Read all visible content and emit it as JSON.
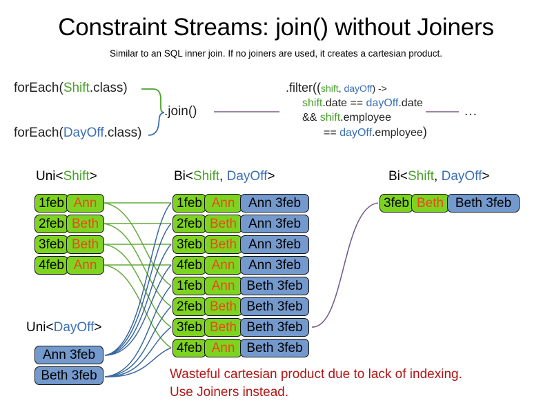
{
  "slide": {
    "title": "Constraint Streams: join() without Joiners",
    "subtitle": "Similar to an SQL inner join. If no joiners are used, it creates a cartesian product."
  },
  "colors": {
    "shift": "#4aa02c",
    "dayoff": "#3a6fb5",
    "green_cell": "#7ed321",
    "blue_cell": "#7399cd",
    "name_text": "#e8481c",
    "warning": "#b01515",
    "purple_wire": "#7a5a8e"
  },
  "code": {
    "foreach_shift": {
      "prefix": "forEach(",
      "type": "Shift",
      "suffix": ".class)"
    },
    "foreach_dayoff": {
      "prefix": "forEach(",
      "type": "DayOff",
      "suffix": ".class)"
    },
    "join_label": ".join()",
    "ellipsis": "…",
    "filter": {
      "line1_a": ".filter((",
      "line1_shift": "shift",
      "line1_comma": ", ",
      "line1_dayoff": "dayOff",
      "line1_b": ") ->",
      "line2_shift": "shift",
      "line2_a": ".date == ",
      "line2_dayoff": "dayOff",
      "line2_b": ".date",
      "line3_a": "&& ",
      "line3_shift": "shift",
      "line3_b": ".employee",
      "line4_a": "== ",
      "line4_dayoff": "dayOff",
      "line4_b": ".employee",
      "line4_close": ")"
    }
  },
  "streams": {
    "uni_shift": {
      "header": {
        "pre": "Uni<",
        "type": "Shift",
        "post": ">"
      },
      "rows": [
        {
          "date": "1feb",
          "name": "Ann"
        },
        {
          "date": "2feb",
          "name": "Beth"
        },
        {
          "date": "3feb",
          "name": "Beth"
        },
        {
          "date": "4feb",
          "name": "Ann"
        }
      ]
    },
    "uni_dayoff": {
      "header": {
        "pre": "Uni<",
        "type": "DayOff",
        "post": ">"
      },
      "rows": [
        {
          "label": "Ann 3feb"
        },
        {
          "label": "Beth 3feb"
        }
      ]
    },
    "bi_cartesian": {
      "header": {
        "pre": "Bi<",
        "type_a": "Shift",
        "sep": ", ",
        "type_b": "DayOff",
        "post": ">"
      },
      "rows": [
        {
          "date": "1feb",
          "name": "Ann",
          "dayoff": "Ann 3feb"
        },
        {
          "date": "2feb",
          "name": "Beth",
          "dayoff": "Ann 3feb"
        },
        {
          "date": "3feb",
          "name": "Beth",
          "dayoff": "Ann 3feb"
        },
        {
          "date": "4feb",
          "name": "Ann",
          "dayoff": "Ann 3feb"
        },
        {
          "date": "1feb",
          "name": "Ann",
          "dayoff": "Beth 3feb"
        },
        {
          "date": "2feb",
          "name": "Beth",
          "dayoff": "Beth 3feb"
        },
        {
          "date": "3feb",
          "name": "Beth",
          "dayoff": "Beth 3feb"
        },
        {
          "date": "4feb",
          "name": "Ann",
          "dayoff": "Beth 3feb"
        }
      ]
    },
    "bi_result": {
      "header": {
        "pre": "Bi<",
        "type_a": "Shift",
        "sep": ", ",
        "type_b": "DayOff",
        "post": ">"
      },
      "rows": [
        {
          "date": "3feb",
          "name": "Beth",
          "dayoff": "Beth 3feb"
        }
      ]
    }
  },
  "warning": {
    "line1": "Wasteful cartesian product due to lack of indexing.",
    "line2": "Use Joiners instead."
  }
}
